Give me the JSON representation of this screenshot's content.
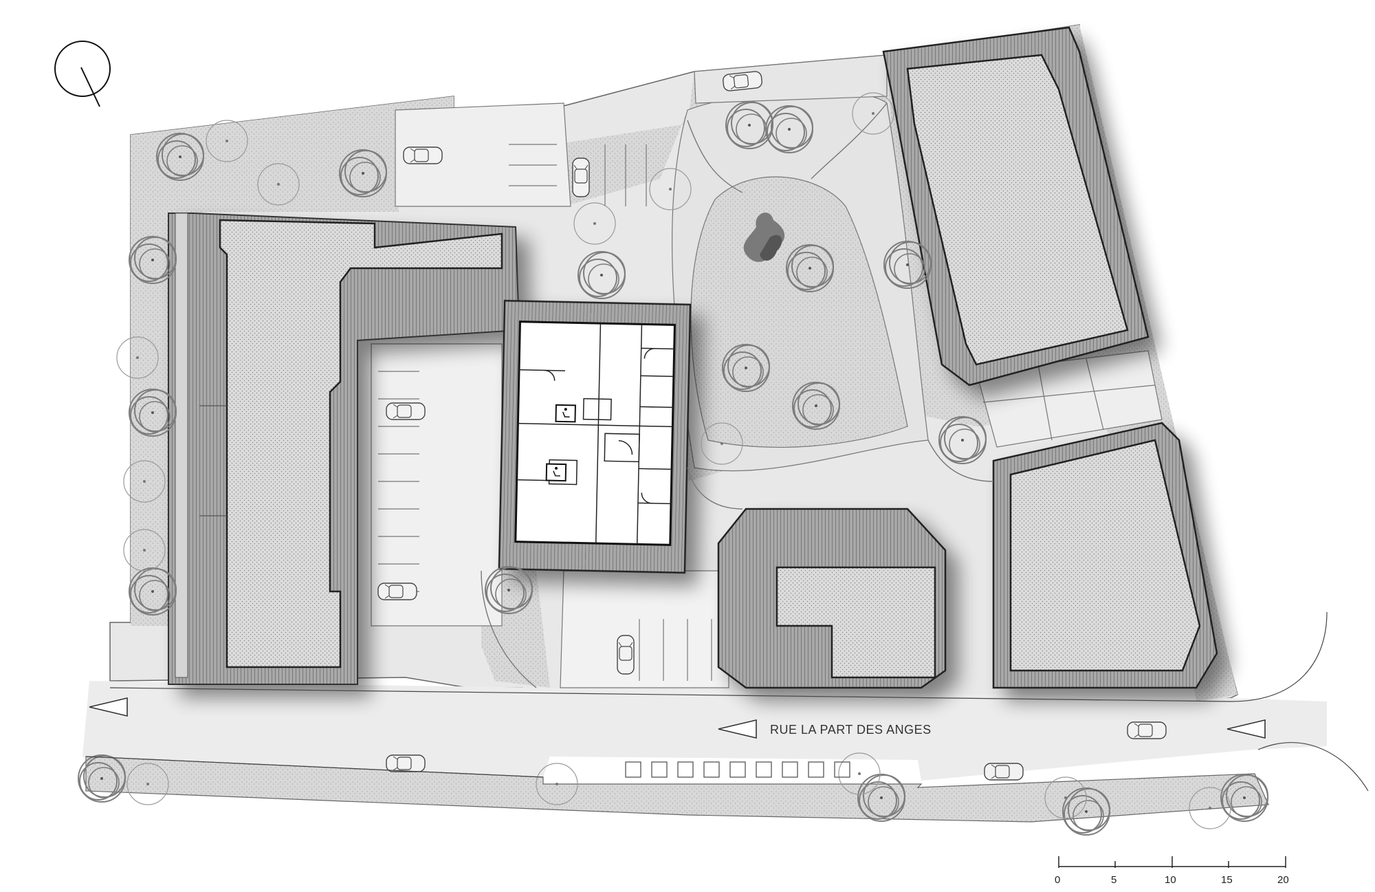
{
  "street": {
    "name": "RUE LA PART DES ANGES"
  },
  "scale_bar": {
    "labels": [
      "0",
      "5",
      "10",
      "15",
      "20"
    ]
  },
  "colors": {
    "ground": "#e9e9e9",
    "planted": "#d9d9d9",
    "roof": "#dcdcdc",
    "roof_edge": "#7a7a7a",
    "tree_stroke": "#7d7d7d",
    "line": "#222222"
  },
  "icons": [
    "north-arrow-icon",
    "accessible-parking-icon",
    "car-icon",
    "direction-arrow-icon"
  ]
}
